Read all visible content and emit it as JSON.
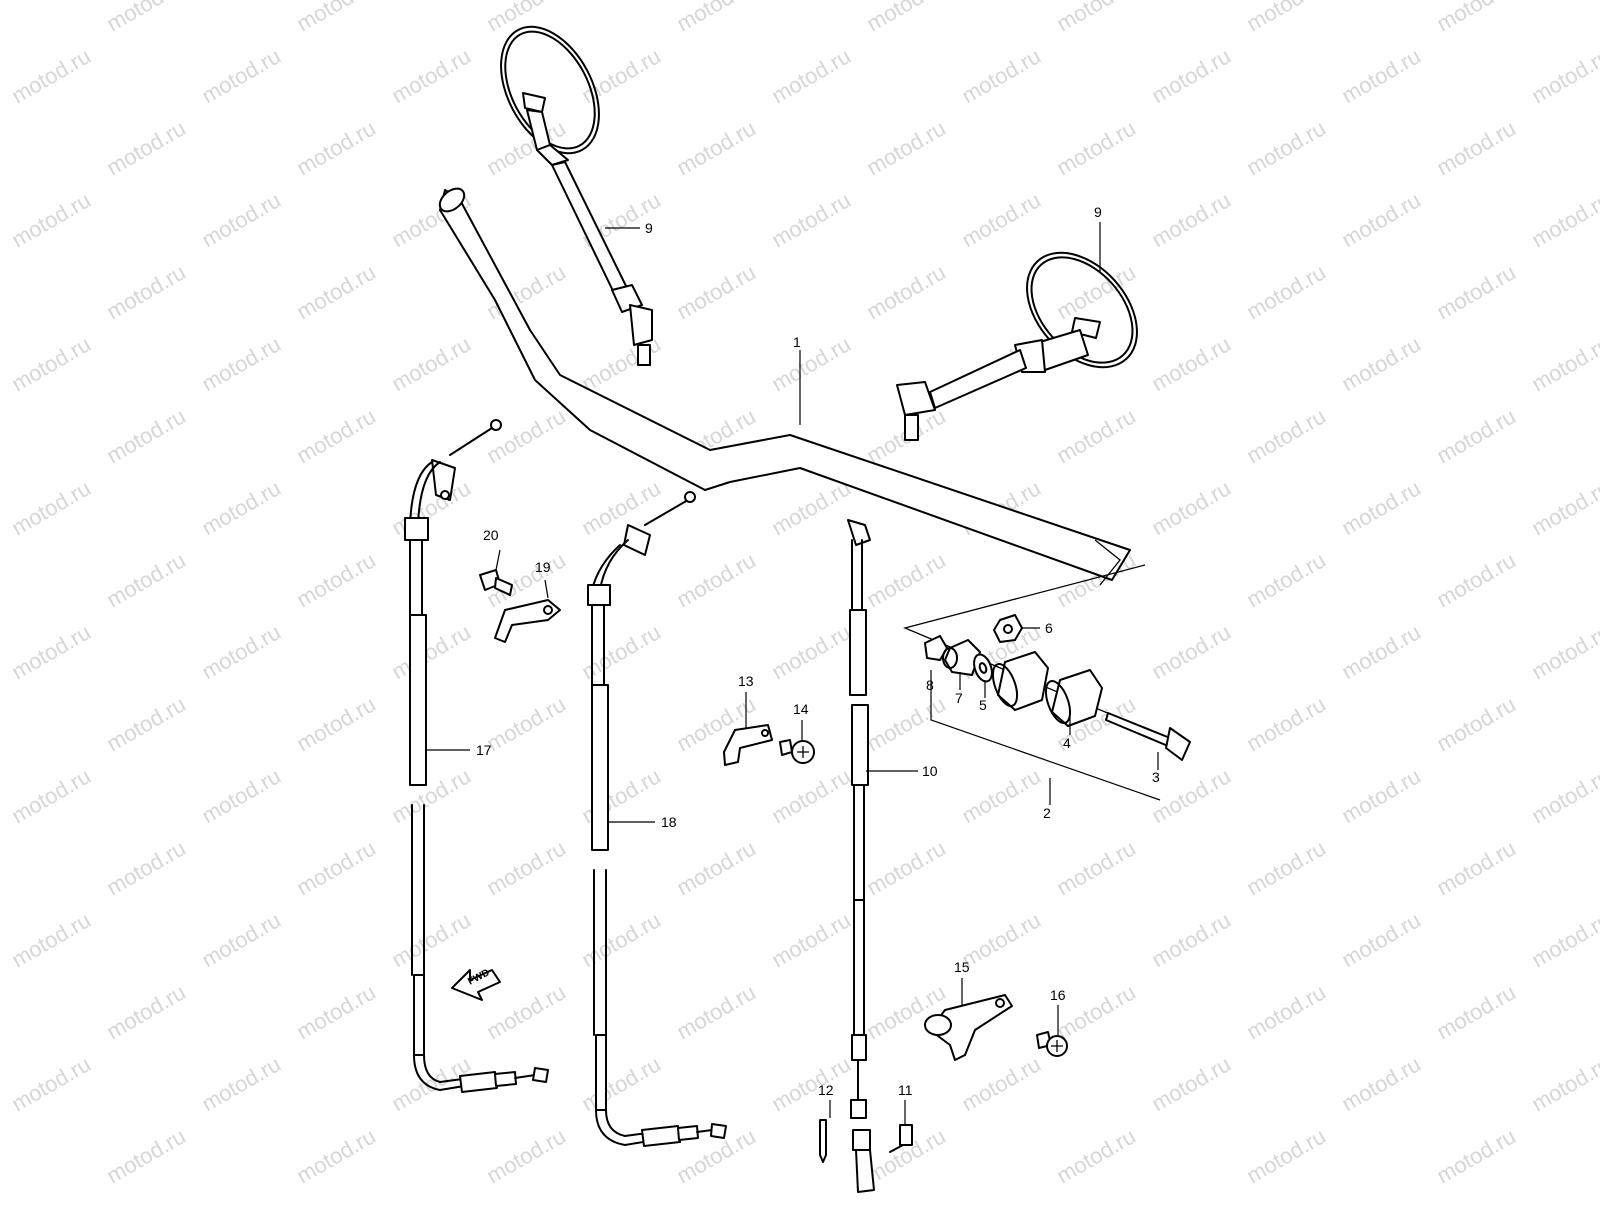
{
  "watermark": {
    "text": "motod.ru",
    "color": "#d6d6d6"
  },
  "callouts": [
    {
      "id": "c1",
      "label": "1"
    },
    {
      "id": "c2",
      "label": "2"
    },
    {
      "id": "c3",
      "label": "3"
    },
    {
      "id": "c4",
      "label": "4"
    },
    {
      "id": "c5",
      "label": "5"
    },
    {
      "id": "c6",
      "label": "6"
    },
    {
      "id": "c7",
      "label": "7"
    },
    {
      "id": "c8",
      "label": "8"
    },
    {
      "id": "c9a",
      "label": "9"
    },
    {
      "id": "c9b",
      "label": "9"
    },
    {
      "id": "c10",
      "label": "10"
    },
    {
      "id": "c11",
      "label": "11"
    },
    {
      "id": "c12",
      "label": "12"
    },
    {
      "id": "c13",
      "label": "13"
    },
    {
      "id": "c14",
      "label": "14"
    },
    {
      "id": "c15",
      "label": "15"
    },
    {
      "id": "c16",
      "label": "16"
    },
    {
      "id": "c17",
      "label": "17"
    },
    {
      "id": "c18",
      "label": "18"
    },
    {
      "id": "c19",
      "label": "19"
    },
    {
      "id": "c20",
      "label": "20"
    }
  ],
  "fwd_arrow": {
    "label": "FWD",
    "icon": "fwd-arrow-icon"
  }
}
